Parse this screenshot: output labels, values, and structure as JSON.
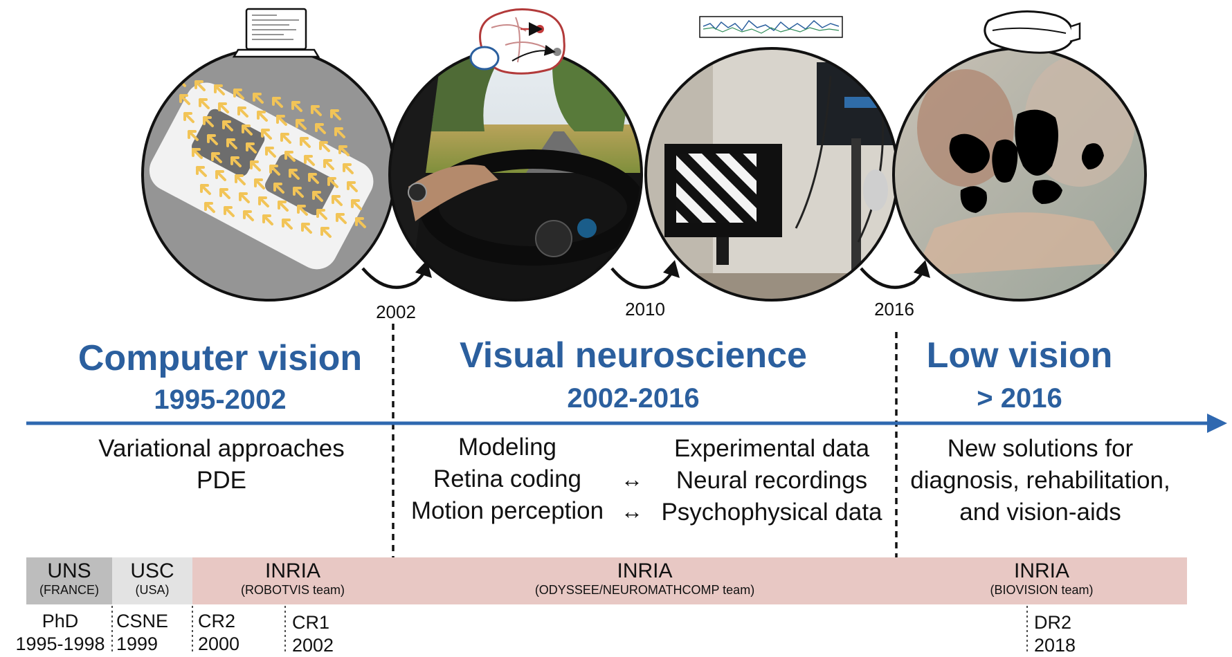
{
  "milestones": [
    {
      "year": "2002"
    },
    {
      "year": "2010"
    },
    {
      "year": "2016"
    }
  ],
  "eras": [
    {
      "title": "Computer vision",
      "years": "1995-2002",
      "lines": [
        "Variational approaches",
        "PDE"
      ]
    },
    {
      "title": "Visual neuroscience",
      "years": "2002-2016",
      "left_lines": [
        "Modeling",
        "Retina coding",
        "Motion perception"
      ],
      "right_lines": [
        "Experimental data",
        "Neural recordings",
        "Psychophysical data"
      ],
      "arrow_glyph": "↔"
    },
    {
      "title": "Low vision",
      "years": "> 2016",
      "lines": [
        "New solutions for",
        "diagnosis, rehabilitation,",
        "and vision-aids"
      ]
    }
  ],
  "affiliations": [
    {
      "name": "UNS",
      "sub": "(FRANCE)",
      "color": "#bdbdbd"
    },
    {
      "name": "USC",
      "sub": "(USA)",
      "color": "#e3e3e3"
    },
    {
      "name": "INRIA",
      "sub": "(ROBOTVIS team)",
      "color": "#e8c8c4"
    },
    {
      "name": "INRIA",
      "sub": "(ODYSSEE/NEUROMATHCOMP team)",
      "color": "#e8c8c4"
    },
    {
      "name": "INRIA",
      "sub": "(BIOVISION team)",
      "color": "#e8c8c4"
    }
  ],
  "positions": [
    {
      "title": "PhD",
      "years": "1995-1998"
    },
    {
      "title": "CSNE",
      "years": "1999"
    },
    {
      "title": "CR2",
      "years": "2000"
    },
    {
      "title": "CR1",
      "years": "2002"
    },
    {
      "title": "DR2",
      "years": "2018"
    }
  ],
  "colors": {
    "accent": "#2b5f9e",
    "timeline": "#2f68b0"
  },
  "icons": [
    "laptop-icon",
    "brain-icon",
    "eye-trace-icon",
    "vr-headset-icon"
  ]
}
